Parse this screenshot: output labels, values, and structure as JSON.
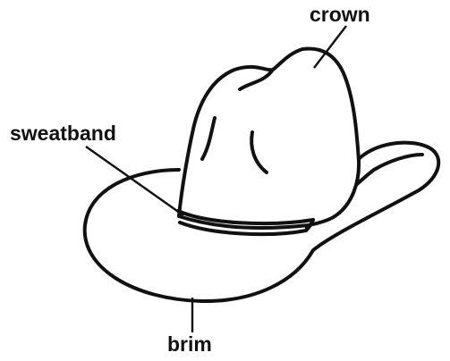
{
  "diagram": {
    "labels": {
      "crown": "crown",
      "sweatband": "sweatband",
      "brim": "brim"
    }
  },
  "colors": {
    "ink": "#111111",
    "background": "#ffffff"
  }
}
